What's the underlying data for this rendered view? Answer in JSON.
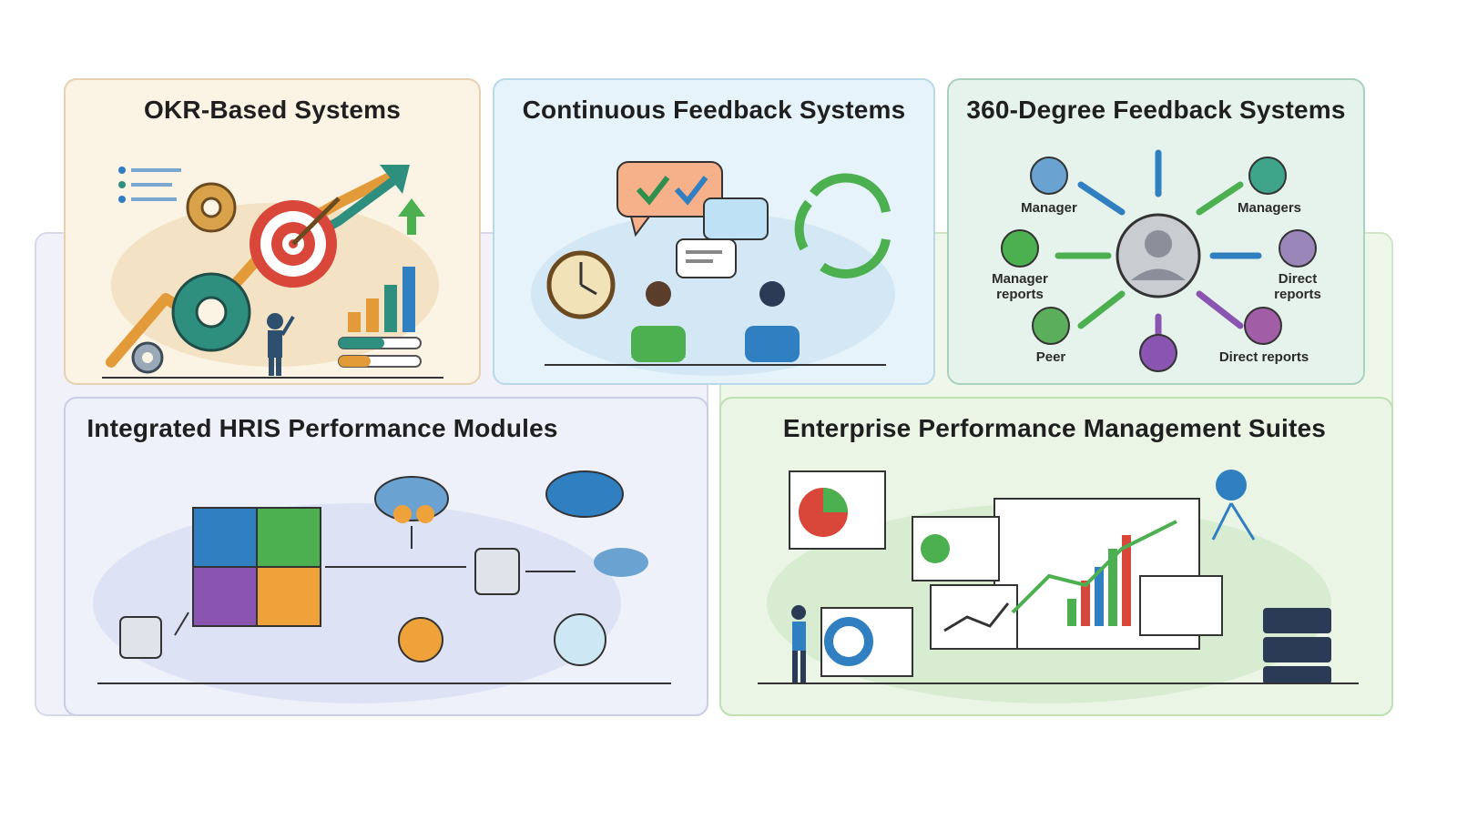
{
  "panels": {
    "okr": {
      "title": "OKR-Based Systems",
      "bg": "#fbf3e4",
      "border": "#e6d2b0"
    },
    "continuous": {
      "title": "Continuous Feedback Systems",
      "bg": "#e7f3fa",
      "border": "#b9d8ea"
    },
    "feedback360": {
      "title": "360-Degree Feedback Systems",
      "bg": "#e6f3ec",
      "border": "#a9d2bd",
      "roles": {
        "manager": "Manager",
        "managers": "Managers",
        "manager_reports_1": "Manager",
        "manager_reports_2": "reports",
        "direct_reports_right_1": "Direct",
        "direct_reports_right_2": "reports",
        "peer": "Peer",
        "direct_reports_bottom": "Direct reports"
      }
    },
    "hris": {
      "title": "Integrated HRIS Performance Modules",
      "bg": "#eef0fa",
      "border": "#c9cde6"
    },
    "epm": {
      "title": "Enterprise Performance Management Suites",
      "bg": "#eaf5e6",
      "border": "#bfdfb4"
    }
  },
  "colors": {
    "back_left": "#f1f1fa",
    "back_right": "#eef7ea",
    "blue": "#2f7fc1",
    "green": "#4caf50",
    "orange": "#f0a23a",
    "red": "#d9463a",
    "purple": "#8a55b0",
    "teal": "#2f8f7f"
  },
  "icons": {
    "okr": [
      "target-icon",
      "gear-icon",
      "growth-arrow-icon",
      "bar-chart-icon",
      "progress-bar-icon",
      "person-icon"
    ],
    "continuous": [
      "speech-bubble-check-icon",
      "chat-bubble-icon",
      "clock-icon",
      "cycle-arrows-icon",
      "people-talking-icon"
    ],
    "feedback360": [
      "avatar-icon",
      "arrow-icon"
    ],
    "hris": [
      "puzzle-icon",
      "database-icon",
      "cloud-gear-icon",
      "cloud-sync-icon",
      "coin-hand-icon",
      "head-icon",
      "cloud-icon"
    ],
    "epm": [
      "dashboard-window-icon",
      "pie-chart-icon",
      "line-chart-icon",
      "bar-chart-icon",
      "server-rack-icon",
      "network-icon",
      "person-presenting-icon"
    ]
  }
}
